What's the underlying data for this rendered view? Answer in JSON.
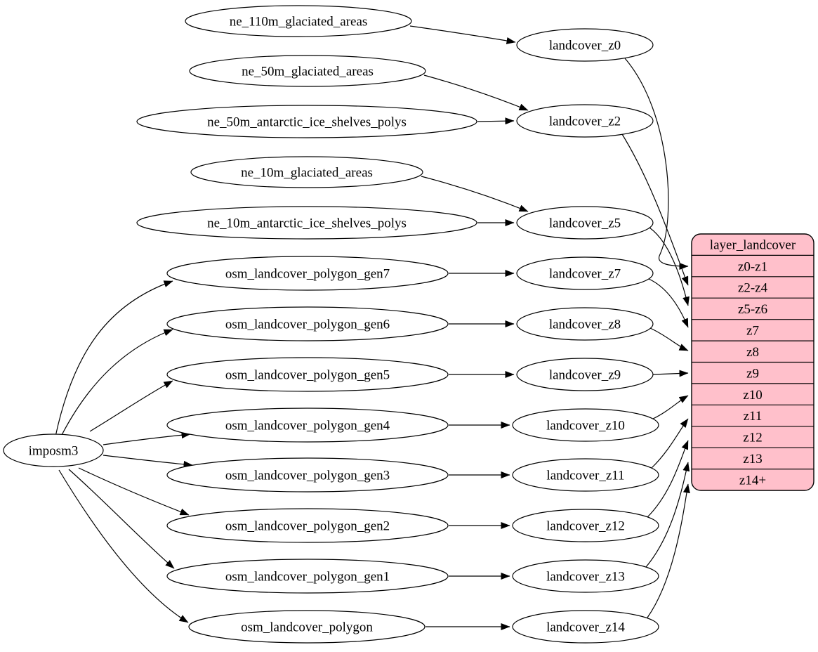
{
  "diagram": {
    "background": "#ffffff",
    "edge_color": "#000000",
    "node_fill": "#ffffff",
    "node_stroke": "#000000",
    "table_fill": "#ffc0cb",
    "text_color": "#000000"
  },
  "nodes": {
    "imposm3": "imposm3",
    "ne_110m_glaciated_areas": "ne_110m_glaciated_areas",
    "ne_50m_glaciated_areas": "ne_50m_glaciated_areas",
    "ne_50m_antarctic_ice_shelves_polys": "ne_50m_antarctic_ice_shelves_polys",
    "ne_10m_glaciated_areas": "ne_10m_glaciated_areas",
    "ne_10m_antarctic_ice_shelves_polys": "ne_10m_antarctic_ice_shelves_polys",
    "osm_landcover_polygon_gen7": "osm_landcover_polygon_gen7",
    "osm_landcover_polygon_gen6": "osm_landcover_polygon_gen6",
    "osm_landcover_polygon_gen5": "osm_landcover_polygon_gen5",
    "osm_landcover_polygon_gen4": "osm_landcover_polygon_gen4",
    "osm_landcover_polygon_gen3": "osm_landcover_polygon_gen3",
    "osm_landcover_polygon_gen2": "osm_landcover_polygon_gen2",
    "osm_landcover_polygon_gen1": "osm_landcover_polygon_gen1",
    "osm_landcover_polygon": "osm_landcover_polygon",
    "landcover_z0": "landcover_z0",
    "landcover_z2": "landcover_z2",
    "landcover_z5": "landcover_z5",
    "landcover_z7": "landcover_z7",
    "landcover_z8": "landcover_z8",
    "landcover_z9": "landcover_z9",
    "landcover_z10": "landcover_z10",
    "landcover_z11": "landcover_z11",
    "landcover_z12": "landcover_z12",
    "landcover_z13": "landcover_z13",
    "landcover_z14": "landcover_z14"
  },
  "table": {
    "title": "layer_landcover",
    "rows": [
      "z0-z1",
      "z2-z4",
      "z5-z6",
      "z7",
      "z8",
      "z9",
      "z10",
      "z11",
      "z12",
      "z13",
      "z14+"
    ]
  },
  "edges": [
    {
      "from": "imposm3",
      "to": "osm_landcover_polygon_gen7"
    },
    {
      "from": "imposm3",
      "to": "osm_landcover_polygon_gen6"
    },
    {
      "from": "imposm3",
      "to": "osm_landcover_polygon_gen5"
    },
    {
      "from": "imposm3",
      "to": "osm_landcover_polygon_gen4"
    },
    {
      "from": "imposm3",
      "to": "osm_landcover_polygon_gen3"
    },
    {
      "from": "imposm3",
      "to": "osm_landcover_polygon_gen2"
    },
    {
      "from": "imposm3",
      "to": "osm_landcover_polygon_gen1"
    },
    {
      "from": "imposm3",
      "to": "osm_landcover_polygon"
    },
    {
      "from": "ne_110m_glaciated_areas",
      "to": "landcover_z0"
    },
    {
      "from": "ne_50m_glaciated_areas",
      "to": "landcover_z2"
    },
    {
      "from": "ne_50m_antarctic_ice_shelves_polys",
      "to": "landcover_z2"
    },
    {
      "from": "ne_10m_glaciated_areas",
      "to": "landcover_z5"
    },
    {
      "from": "ne_10m_antarctic_ice_shelves_polys",
      "to": "landcover_z5"
    },
    {
      "from": "osm_landcover_polygon_gen7",
      "to": "landcover_z7"
    },
    {
      "from": "osm_landcover_polygon_gen6",
      "to": "landcover_z8"
    },
    {
      "from": "osm_landcover_polygon_gen5",
      "to": "landcover_z9"
    },
    {
      "from": "osm_landcover_polygon_gen4",
      "to": "landcover_z10"
    },
    {
      "from": "osm_landcover_polygon_gen3",
      "to": "landcover_z11"
    },
    {
      "from": "osm_landcover_polygon_gen2",
      "to": "landcover_z12"
    },
    {
      "from": "osm_landcover_polygon_gen1",
      "to": "landcover_z13"
    },
    {
      "from": "osm_landcover_polygon",
      "to": "landcover_z14"
    },
    {
      "from": "landcover_z0",
      "to": "layer_landcover:z0-z1"
    },
    {
      "from": "landcover_z2",
      "to": "layer_landcover:z2-z4"
    },
    {
      "from": "landcover_z5",
      "to": "layer_landcover:z5-z6"
    },
    {
      "from": "landcover_z7",
      "to": "layer_landcover:z7"
    },
    {
      "from": "landcover_z8",
      "to": "layer_landcover:z8"
    },
    {
      "from": "landcover_z9",
      "to": "layer_landcover:z9"
    },
    {
      "from": "landcover_z10",
      "to": "layer_landcover:z10"
    },
    {
      "from": "landcover_z11",
      "to": "layer_landcover:z11"
    },
    {
      "from": "landcover_z12",
      "to": "layer_landcover:z12"
    },
    {
      "from": "landcover_z13",
      "to": "layer_landcover:z13"
    },
    {
      "from": "landcover_z14",
      "to": "layer_landcover:z14+"
    }
  ]
}
